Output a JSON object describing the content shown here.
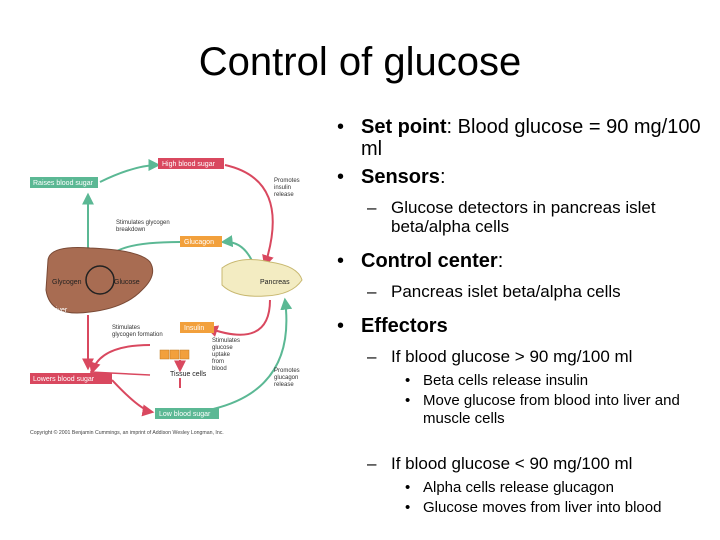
{
  "slide": {
    "title": "Control of glucose",
    "bullets": {
      "set_point_label": "Set point",
      "set_point_rest": ": Blood glucose = 90 mg/100 ml",
      "sensors_label": "Sensors",
      "sensors_colon": ":",
      "sensors_sub": "Glucose detectors in pancreas islet beta/alpha cells",
      "control_label": "Control center",
      "control_colon": ":",
      "control_sub": "Pancreas islet beta/alpha cells",
      "effectors_label": "Effectors",
      "high_case": "If blood glucose > 90 mg/100 ml",
      "high_items": [
        "Beta cells release insulin",
        "Move glucose from blood into liver and muscle cells"
      ],
      "low_case": "If blood glucose < 90 mg/100 ml",
      "low_items": [
        "Alpha cells release glucagon",
        "Glucose moves from liver into blood"
      ]
    }
  },
  "figure": {
    "raises": "Raises blood sugar",
    "high": "High blood sugar",
    "promotes_insulin": [
      "Promotes",
      "insulin",
      "release"
    ],
    "stim_breakdown": [
      "Stimulates glycogen",
      "breakdown"
    ],
    "glucagon": "Glucagon",
    "glycogen": "Glycogen",
    "glucose": "Glucose",
    "liver": "Liver",
    "pancreas": "Pancreas",
    "insulin": "Insulin",
    "stim_formation": [
      "Stimulates",
      "glycogen formation"
    ],
    "stim_uptake": [
      "Stimulates",
      "glucose",
      "uptake",
      "from",
      "blood"
    ],
    "tissue": "Tissue cells",
    "promotes_glucagon": [
      "Promotes",
      "glucagon",
      "release"
    ],
    "lowers": "Lowers blood sugar",
    "low": "Low blood sugar",
    "copyright": "Copyright © 2001 Benjamin Cummings, an imprint of Addison Wesley Longman, Inc.",
    "colors": {
      "red": "#d9485f",
      "green": "#5bb894",
      "orange": "#f2a03c",
      "liver": "#a86c52"
    }
  }
}
